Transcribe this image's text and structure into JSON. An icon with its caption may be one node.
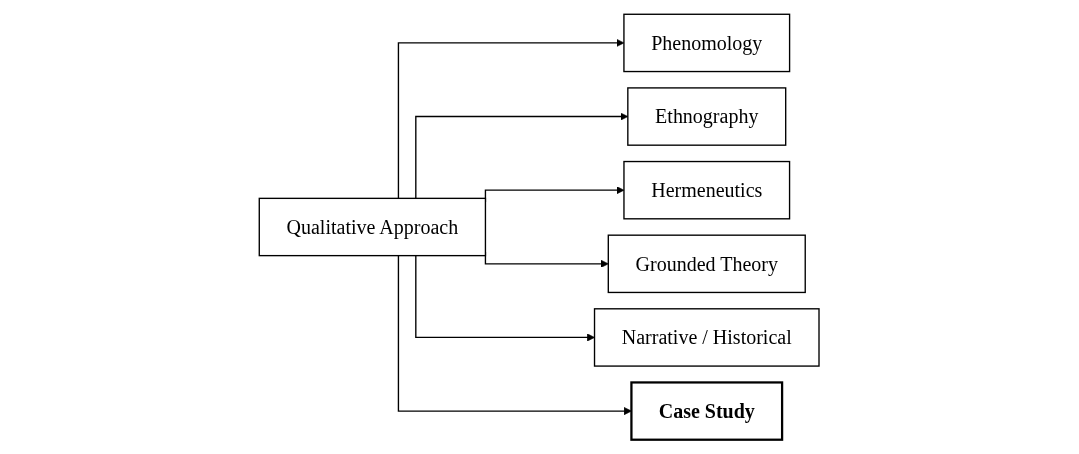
{
  "diagram": {
    "nodes": [
      {
        "text": [
          "Qualitative Approach"
        ]
      },
      {
        "text": [
          "Phenomology"
        ]
      },
      {
        "text": [
          "Ethnography"
        ]
      },
      {
        "text": [
          "Hermeneutics"
        ]
      },
      {
        "text": [
          "Grounded Theory"
        ]
      },
      {
        "text": [
          "Narrative / Historical"
        ]
      },
      {
        "text": [
          "Case Study"
        ]
      }
    ],
    "edges": [
      {
        "from": 0,
        "to": 1,
        "arrow": "to"
      },
      {
        "from": 0,
        "to": 2,
        "arrow": "to"
      },
      {
        "from": 0,
        "to": 3,
        "arrow": "to"
      },
      {
        "from": 0,
        "to": 4,
        "arrow": "to"
      },
      {
        "from": 0,
        "to": 5,
        "arrow": "to"
      },
      {
        "from": 0,
        "to": 6,
        "arrow": "to"
      }
    ]
  }
}
